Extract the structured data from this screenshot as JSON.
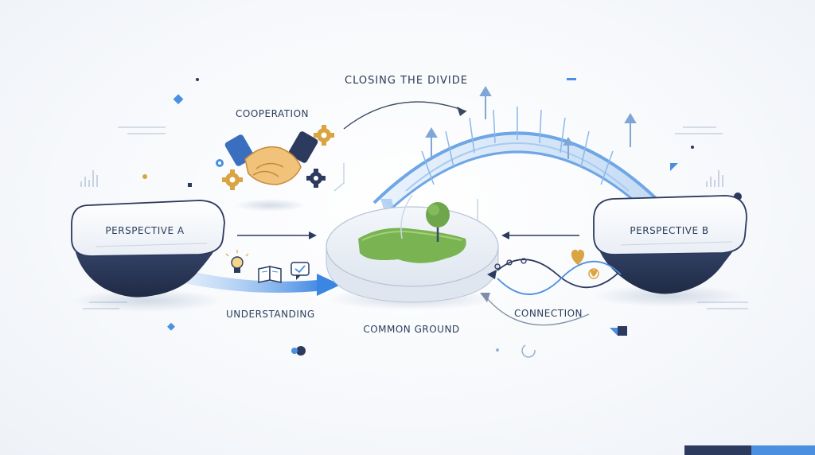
{
  "title": "CLOSING THE DIVIDE",
  "nodes": {
    "perspective_a": "PERSPECTIVE A",
    "perspective_b": "PERSPECTIVE B",
    "common_ground": "COMMON GROUND"
  },
  "labels": {
    "cooperation": "COOPERATION",
    "understanding": "UNDERSTANDING",
    "connection": "CONNECTION"
  },
  "colors": {
    "navy": "#2c3a5e",
    "accent_blue": "#4a8fe0",
    "light_blue": "#a9cbf0",
    "green": "#6fa64c",
    "gold": "#d9a441"
  },
  "icons": [
    "handshake-icon",
    "gear-icon",
    "lightbulb-icon",
    "book-icon",
    "checkmark-chat-icon",
    "heart-icon",
    "tree-icon",
    "bridge-icon"
  ]
}
